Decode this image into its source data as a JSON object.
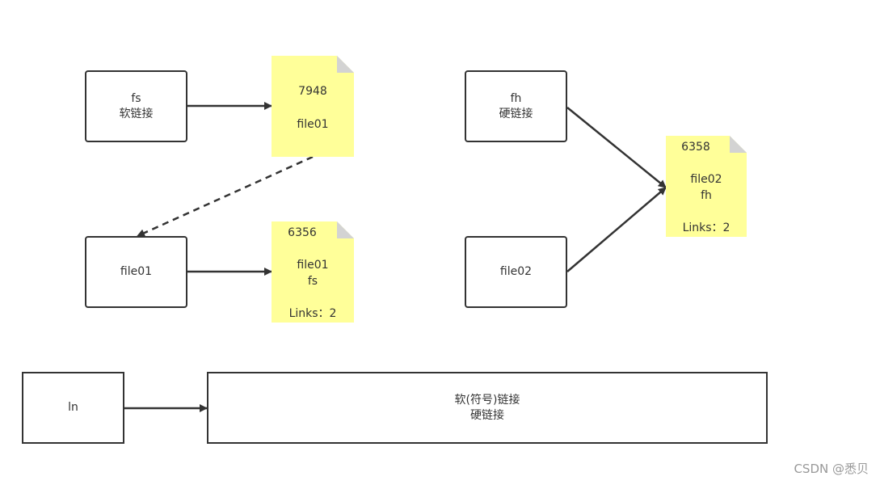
{
  "boxes": {
    "fs": {
      "line1": "fs",
      "line2": "软链接"
    },
    "fh": {
      "line1": "fh",
      "line2": "硬链接"
    },
    "file01": {
      "line1": "file01"
    },
    "file02": {
      "line1": "file02"
    },
    "ln": {
      "line1": "ln"
    },
    "ln_types": {
      "line1": "软(符号)链接",
      "line2": "硬链接"
    }
  },
  "notes": {
    "inode_7948": {
      "inode": "7948",
      "name1": "file01"
    },
    "inode_6356": {
      "inode": "6356",
      "name1": "file01",
      "name2": "fs",
      "links": "Links：2"
    },
    "inode_6358": {
      "inode": "6358",
      "name1": "file02",
      "name2": "fh",
      "links": "Links：2"
    }
  },
  "colors": {
    "note_fill": "#ffff99",
    "note_fold": "#d3d3d3",
    "stroke": "#333333"
  },
  "watermark": "CSDN @悉贝"
}
